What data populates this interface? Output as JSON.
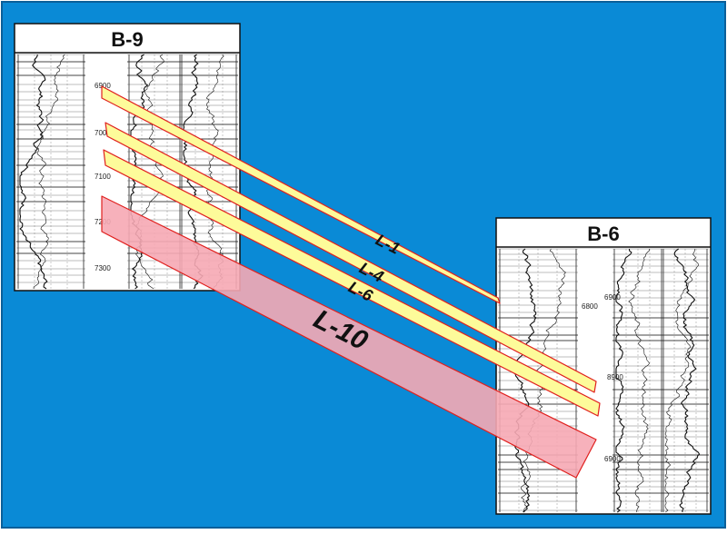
{
  "wells": {
    "b9": {
      "name": "B-9",
      "depth_labels": [
        "6900",
        "7000",
        "7100",
        "7200",
        "7300"
      ]
    },
    "b6": {
      "name": "B-6",
      "depth_labels": [
        "6800",
        "6900",
        "8900",
        "6900"
      ]
    }
  },
  "correlations": [
    {
      "label": "L-1",
      "style": "thin-sand"
    },
    {
      "label": "L-4",
      "style": "thin-sand"
    },
    {
      "label": "L-6",
      "style": "thin-sand"
    },
    {
      "label": "L-10",
      "style": "thick-sand"
    }
  ],
  "colors": {
    "background": "#0a8ad6",
    "thin_sand_fill": "#fdfb9a",
    "thick_sand_fill": "#f6a9b4",
    "band_edge": "#e0201e",
    "log_ink": "#1a1a1a"
  }
}
